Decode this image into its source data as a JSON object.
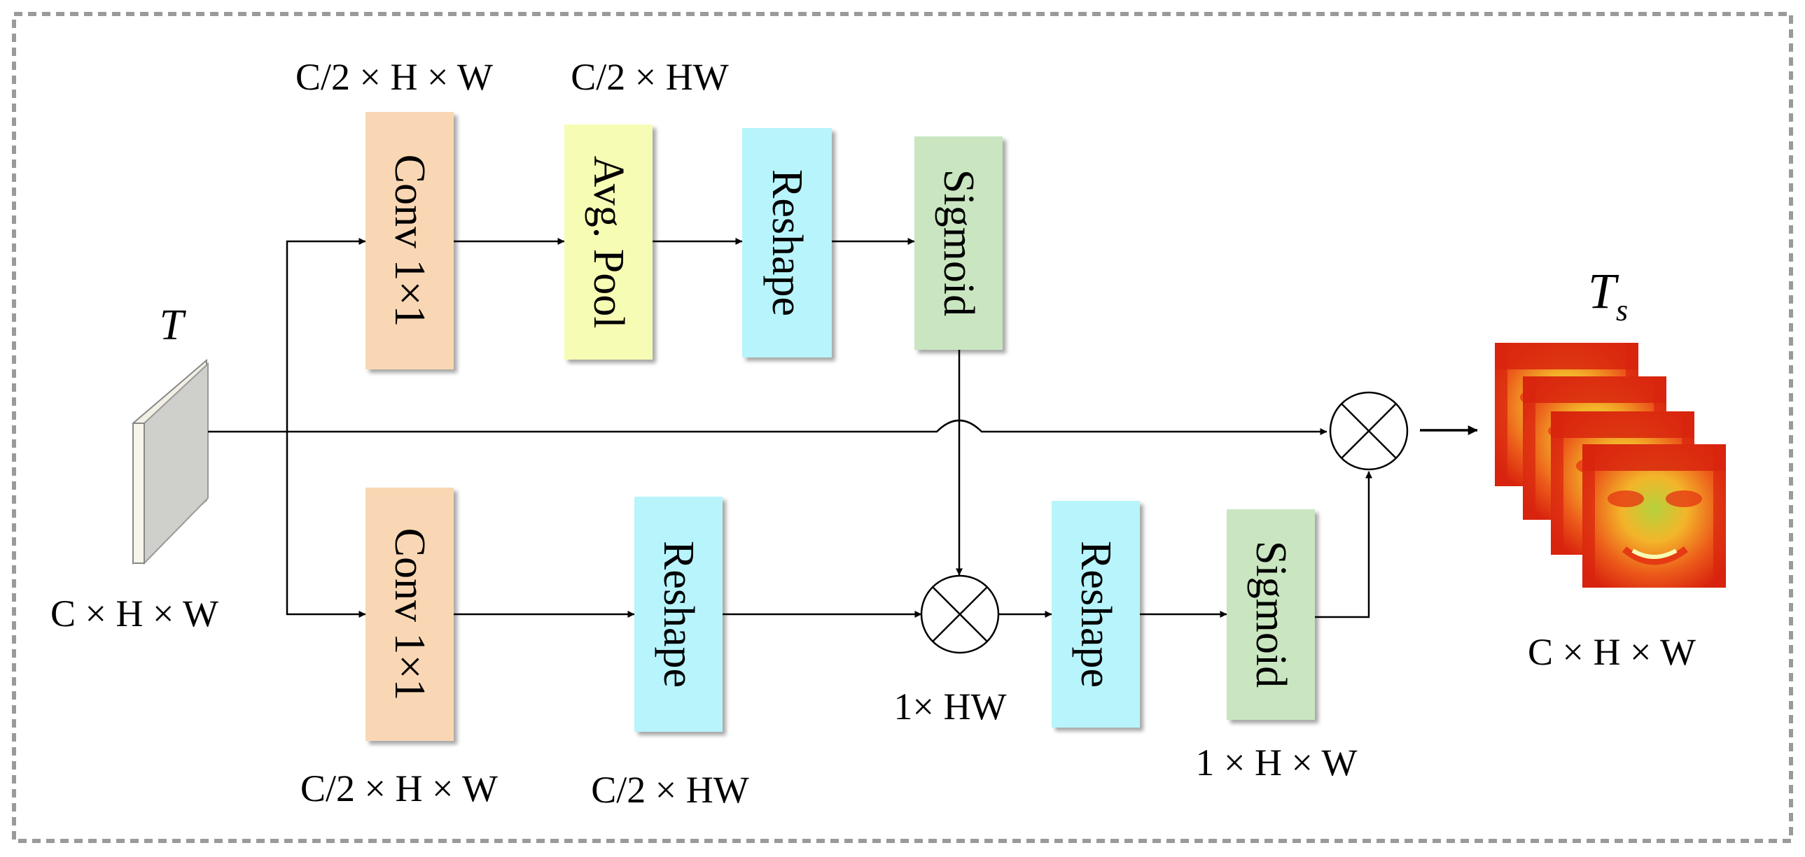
{
  "input": {
    "symbol": "T",
    "dims": "C × H × W"
  },
  "output": {
    "symbol": "T",
    "subscript": "s",
    "dims": "C × H × W"
  },
  "top_branch": {
    "conv": {
      "label": "Conv 1×1",
      "dims": "C/2 × H × W"
    },
    "pool": {
      "label": "Avg. Pool",
      "dims": "C/2 × HW"
    },
    "reshape": {
      "label": "Reshape"
    },
    "sigmoid": {
      "label": "Sigmoid"
    }
  },
  "bottom_branch": {
    "conv": {
      "label": "Conv 1×1",
      "dims": "C/2 × H × W"
    },
    "reshape1": {
      "label": "Reshape",
      "dims": "C/2 × HW"
    },
    "multiply_dims": "1× HW",
    "reshape2": {
      "label": "Reshape"
    },
    "sigmoid": {
      "label": "Sigmoid",
      "dims": "1 × H × W"
    }
  },
  "colors": {
    "conv": "#fad7b4",
    "pool": "#f7fcb4",
    "reshape": "#b8f4fc",
    "sigmoid": "#c9e6c0",
    "tensor_face": "#cfcfcb",
    "frame": "#9a9a9a",
    "heatmap_hot": "#e63a14",
    "heatmap_warm": "#f39a2a",
    "heatmap_mid": "#b4d23c"
  }
}
